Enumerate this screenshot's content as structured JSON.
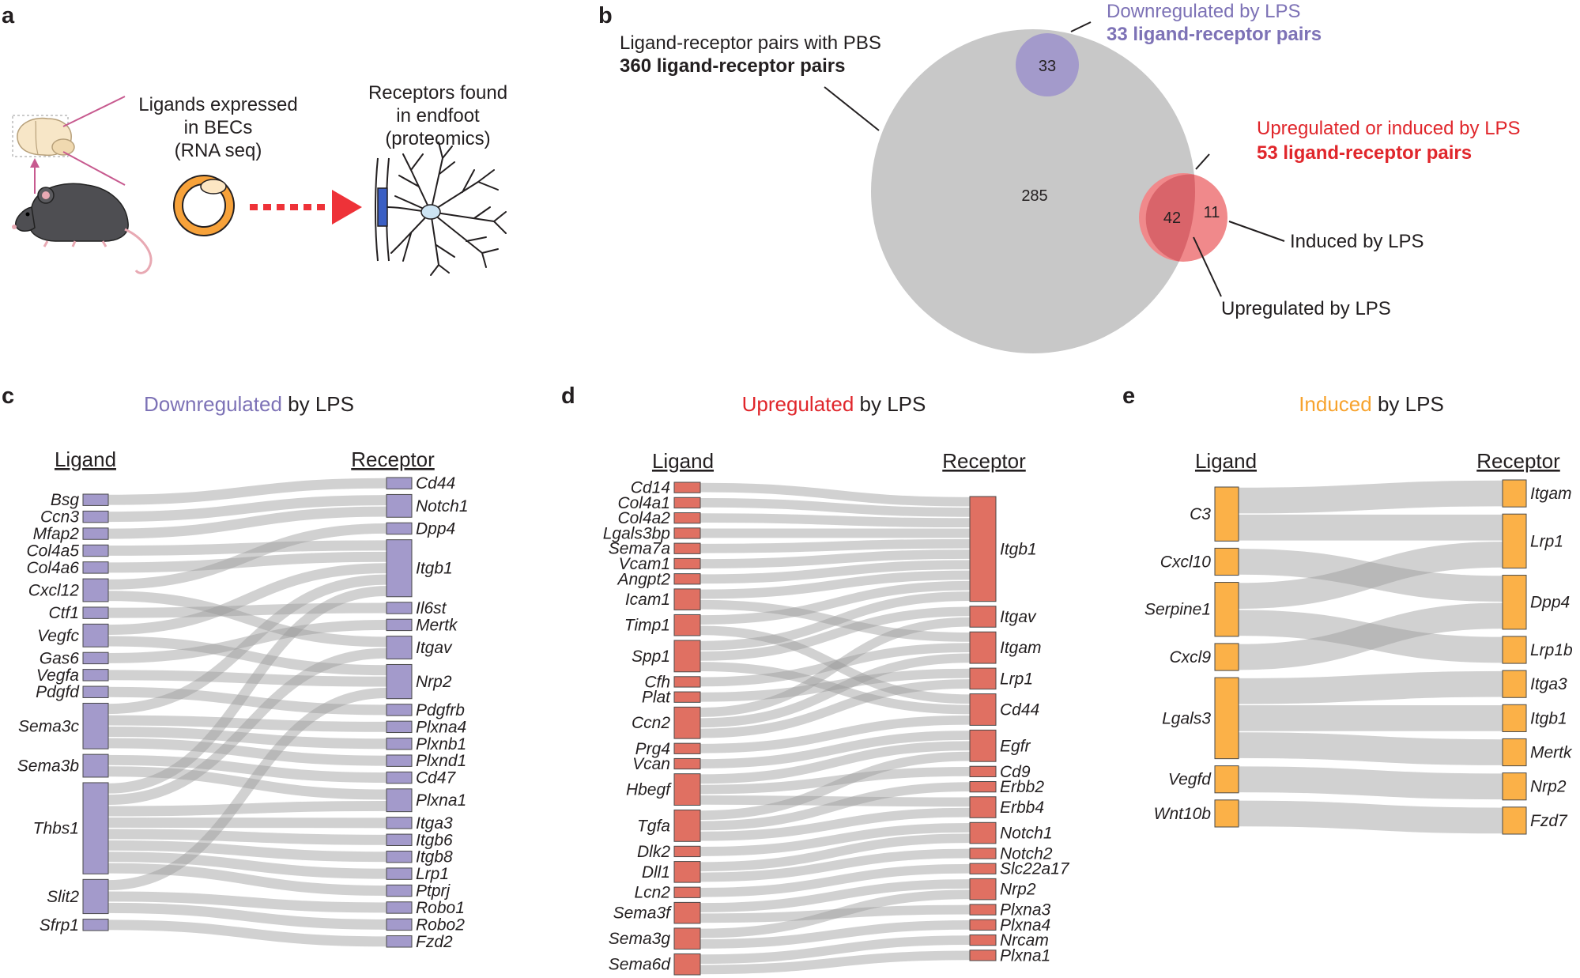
{
  "panel_labels": {
    "a": "a",
    "b": "b",
    "c": "c",
    "d": "d",
    "e": "e"
  },
  "panel_a": {
    "ligands_text": [
      "Ligands expressed",
      "in BECs",
      "(RNA seq)"
    ],
    "receptors_text": [
      "Receptors found",
      "in endfoot",
      "(proteomics)"
    ]
  },
  "venn": {
    "pbs_label": "Ligand-receptor pairs with PBS",
    "pbs_count_label": "360 ligand-receptor pairs",
    "down_label": "Downregulated by LPS",
    "down_count_label": "33 ligand-receptor pairs",
    "up_label": "Upregulated or induced by LPS",
    "up_count_label": "53 ligand-receptor pairs",
    "induced_label": "Induced by LPS",
    "upregulated_label": "Upregulated by LPS",
    "values": {
      "pbs_only": "285",
      "down": "33",
      "up": "42",
      "induced": "11"
    },
    "colors": {
      "pbs": "#c8c8c8",
      "down": "#a39acb",
      "up": "#d9646a",
      "induced": "#f0898b",
      "down_text": "#7d72b6",
      "up_text": "#e0262b"
    }
  },
  "panels": [
    {
      "id": "c",
      "title_colored": "Downregulated",
      "title_rest": " by LPS",
      "color": "#a39acb",
      "title_color": "#7d72b6",
      "ligand_header": "Ligand",
      "receptor_header": "Receptor",
      "ligands": [
        "Bsg",
        "Ccn3",
        "Mfap2",
        "Col4a5",
        "Col4a6",
        "Cxcl12",
        "Ctf1",
        "Vegfc",
        "Gas6",
        "Vegfa",
        "Pdgfd",
        "Sema3c",
        "Sema3b",
        "Thbs1",
        "Slit2",
        "Sfrp1"
      ],
      "receptors": [
        "Cd44",
        "Notch1",
        "Dpp4",
        "Itgb1",
        "Il6st",
        "Mertk",
        "Itgav",
        "Nrp2",
        "Pdgfrb",
        "Plxna4",
        "Plxnb1",
        "Plxnd1",
        "Cd47",
        "Plxna1",
        "Itga3",
        "Itgb6",
        "Itgb8",
        "Lrp1",
        "Ptprj",
        "Robo1",
        "Robo2",
        "Fzd2"
      ],
      "links": [
        [
          "Bsg",
          "Cd44"
        ],
        [
          "Ccn3",
          "Notch1"
        ],
        [
          "Mfap2",
          "Notch1"
        ],
        [
          "Col4a5",
          "Itgb1"
        ],
        [
          "Col4a6",
          "Itgb1"
        ],
        [
          "Cxcl12",
          "Dpp4"
        ],
        [
          "Cxcl12",
          "Itgav"
        ],
        [
          "Ctf1",
          "Il6st"
        ],
        [
          "Vegfc",
          "Itgb1"
        ],
        [
          "Vegfc",
          "Nrp2"
        ],
        [
          "Gas6",
          "Mertk"
        ],
        [
          "Vegfa",
          "Nrp2"
        ],
        [
          "Pdgfd",
          "Pdgfrb"
        ],
        [
          "Sema3c",
          "Itgb1"
        ],
        [
          "Sema3c",
          "Plxna4"
        ],
        [
          "Sema3c",
          "Plxnb1"
        ],
        [
          "Sema3c",
          "Plxnd1"
        ],
        [
          "Sema3b",
          "Plxna1"
        ],
        [
          "Sema3b",
          "Cd47"
        ],
        [
          "Thbs1",
          "Itgb1"
        ],
        [
          "Thbs1",
          "Itgav"
        ],
        [
          "Thbs1",
          "Plxna1"
        ],
        [
          "Thbs1",
          "Itga3"
        ],
        [
          "Thbs1",
          "Itgb6"
        ],
        [
          "Thbs1",
          "Itgb8"
        ],
        [
          "Thbs1",
          "Lrp1"
        ],
        [
          "Thbs1",
          "Ptprj"
        ],
        [
          "Slit2",
          "Robo1"
        ],
        [
          "Slit2",
          "Robo2"
        ],
        [
          "Slit2",
          "Nrp2"
        ],
        [
          "Sfrp1",
          "Fzd2"
        ]
      ]
    },
    {
      "id": "d",
      "title_colored": "Upregulated",
      "title_rest": " by LPS",
      "color": "#e07062",
      "title_color": "#e0262b",
      "ligand_header": "Ligand",
      "receptor_header": "Receptor",
      "ligands": [
        "Cd14",
        "Col4a1",
        "Col4a2",
        "Lgals3bp",
        "Sema7a",
        "Vcam1",
        "Angpt2",
        "Icam1",
        "Timp1",
        "Spp1",
        "Cfh",
        "Plat",
        "Ccn2",
        "Prg4",
        "Vcan",
        "Hbegf",
        "Tgfa",
        "Dlk2",
        "Dll1",
        "Lcn2",
        "Sema3f",
        "Sema3g",
        "Sema6d"
      ],
      "receptors": [
        "Itgb1",
        "Itgav",
        "Itgam",
        "Lrp1",
        "Cd44",
        "Egfr",
        "Cd9",
        "Erbb2",
        "Erbb4",
        "Notch1",
        "Notch2",
        "Slc22a17",
        "Nrp2",
        "Plxna3",
        "Plxna4",
        "Nrcam",
        "Plxna1"
      ],
      "links": [
        [
          "Cd14",
          "Itgb1"
        ],
        [
          "Col4a1",
          "Itgb1"
        ],
        [
          "Col4a2",
          "Itgb1"
        ],
        [
          "Lgals3bp",
          "Itgb1"
        ],
        [
          "Sema7a",
          "Itgb1"
        ],
        [
          "Vcam1",
          "Itgb1"
        ],
        [
          "Angpt2",
          "Itgb1"
        ],
        [
          "Icam1",
          "Itgam"
        ],
        [
          "Icam1",
          "Itgb1"
        ],
        [
          "Timp1",
          "Cd44"
        ],
        [
          "Timp1",
          "Itgb1"
        ],
        [
          "Spp1",
          "Itgav"
        ],
        [
          "Spp1",
          "Itgb1"
        ],
        [
          "Spp1",
          "Cd44"
        ],
        [
          "Cfh",
          "Itgam"
        ],
        [
          "Plat",
          "Lrp1"
        ],
        [
          "Ccn2",
          "Itgav"
        ],
        [
          "Ccn2",
          "Lrp1"
        ],
        [
          "Ccn2",
          "Itgam"
        ],
        [
          "Prg4",
          "Cd44"
        ],
        [
          "Vcan",
          "Egfr"
        ],
        [
          "Hbegf",
          "Egfr"
        ],
        [
          "Hbegf",
          "Erbb4"
        ],
        [
          "Hbegf",
          "Cd9"
        ],
        [
          "Tgfa",
          "Egfr"
        ],
        [
          "Tgfa",
          "Erbb2"
        ],
        [
          "Tgfa",
          "Erbb4"
        ],
        [
          "Dlk2",
          "Notch1"
        ],
        [
          "Dll1",
          "Notch1"
        ],
        [
          "Dll1",
          "Notch2"
        ],
        [
          "Lcn2",
          "Slc22a17"
        ],
        [
          "Sema3f",
          "Nrp2"
        ],
        [
          "Sema3f",
          "Plxna3"
        ],
        [
          "Sema3g",
          "Nrp2"
        ],
        [
          "Sema3g",
          "Plxna4"
        ],
        [
          "Sema6d",
          "Plxna1"
        ],
        [
          "Sema6d",
          "Nrcam"
        ]
      ]
    },
    {
      "id": "e",
      "title_colored": "Induced",
      "title_rest": " by LPS",
      "color": "#fbb148",
      "title_color": "#f7a32e",
      "ligand_header": "Ligand",
      "receptor_header": "Receptor",
      "ligands": [
        "C3",
        "Cxcl10",
        "Serpine1",
        "Cxcl9",
        "Lgals3",
        "Vegfd",
        "Wnt10b"
      ],
      "receptors": [
        "Itgam",
        "Lrp1",
        "Dpp4",
        "Lrp1b",
        "Itga3",
        "Itgb1",
        "Mertk",
        "Nrp2",
        "Fzd7"
      ],
      "links": [
        [
          "C3",
          "Itgam"
        ],
        [
          "C3",
          "Lrp1"
        ],
        [
          "Cxcl10",
          "Dpp4"
        ],
        [
          "Serpine1",
          "Lrp1"
        ],
        [
          "Serpine1",
          "Lrp1b"
        ],
        [
          "Cxcl9",
          "Dpp4"
        ],
        [
          "Lgals3",
          "Itga3"
        ],
        [
          "Lgals3",
          "Itgb1"
        ],
        [
          "Lgals3",
          "Mertk"
        ],
        [
          "Vegfd",
          "Nrp2"
        ],
        [
          "Wnt10b",
          "Fzd7"
        ]
      ]
    }
  ]
}
